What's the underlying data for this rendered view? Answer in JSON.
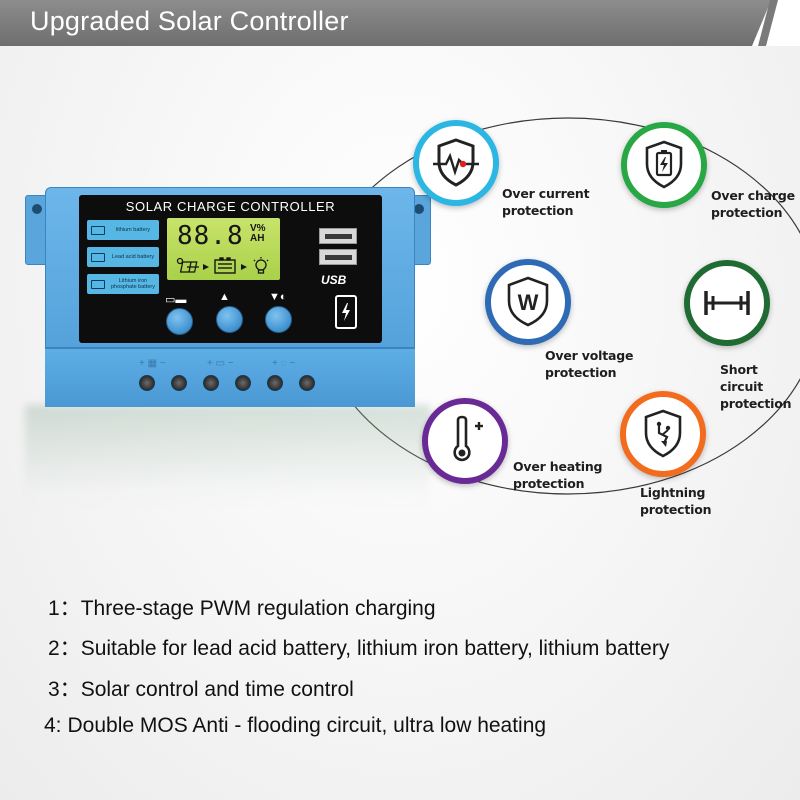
{
  "banner": {
    "title": "Upgraded Solar Controller"
  },
  "controller": {
    "faceplate_title": "SOLAR CHARGE CONTROLLER",
    "battery_types": [
      "lithium battery",
      "Lead acid battery",
      "Lithium iron phosphate battery"
    ],
    "lcd_reading": "88.8",
    "lcd_unit_top": "V%",
    "lcd_unit_bottom": "AH",
    "usb_label": "USB"
  },
  "protections": [
    {
      "label_line1": "Over current",
      "label_line2": "protection",
      "color": "#2bb6e3",
      "icon": "pulse-shield-icon"
    },
    {
      "label_line1": "Over charge",
      "label_line2": "protection",
      "color": "#27a845",
      "icon": "battery-shield-icon"
    },
    {
      "label_line1": "Over voltage",
      "label_line2": "protection",
      "color": "#2f6ab5",
      "icon": "w-shield-icon"
    },
    {
      "label_line1": "Short circuit",
      "label_line2": "protection",
      "color": "#1f6b33",
      "icon": "short-circuit-icon"
    },
    {
      "label_line1": "Over heating",
      "label_line2": "protection",
      "color": "#6a2a96",
      "icon": "thermometer-plus-icon"
    },
    {
      "label_line1": "Lightning",
      "label_line2": "protection",
      "color": "#f36b1c",
      "icon": "lightning-shield-icon"
    }
  ],
  "features": [
    {
      "num": "1：",
      "text": "Three-stage PWM regulation charging"
    },
    {
      "num": "2：",
      "text": "Suitable for lead acid battery, lithium iron battery, lithium battery"
    },
    {
      "num": "3：",
      "text": "Solar control and time control"
    },
    {
      "num": "4:",
      "text": "Double MOS Anti - flooding circuit, ultra low heating"
    }
  ]
}
